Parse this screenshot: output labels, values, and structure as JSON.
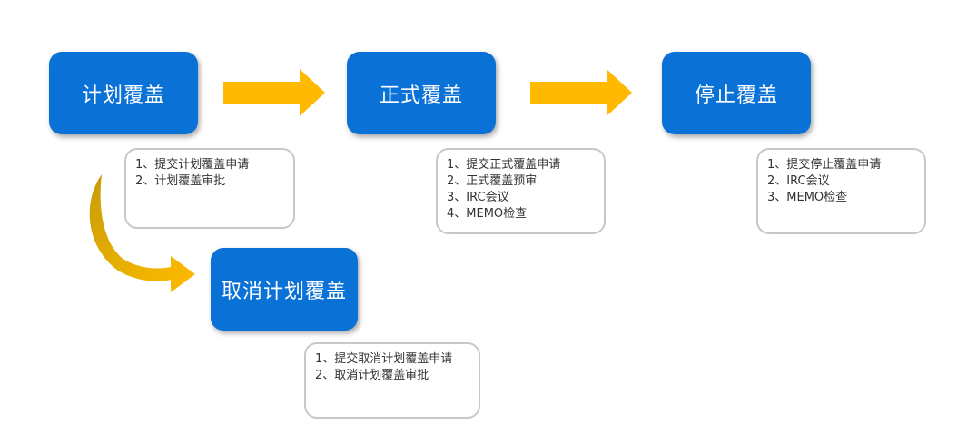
{
  "colors": {
    "stage_fill": "#0a72d6",
    "arrow_fill": "#ffb900",
    "curved_arrow_dark": "#c99a0a",
    "note_border": "#c8c8c8"
  },
  "stages": {
    "plan": {
      "label": "计划覆盖",
      "steps": [
        "1、提交计划覆盖申请",
        "2、计划覆盖审批"
      ]
    },
    "formal": {
      "label": "正式覆盖",
      "steps": [
        "1、提交正式覆盖申请",
        "2、正式覆盖预审",
        "3、IRC会议",
        "4、MEMO检查"
      ]
    },
    "stop": {
      "label": "停止覆盖",
      "steps": [
        "1、提交停止覆盖申请",
        "2、IRC会议",
        "3、MEMO检查"
      ]
    },
    "cancel": {
      "label": "取消计划覆盖",
      "steps": [
        "1、提交取消计划覆盖申请",
        "2、取消计划覆盖审批"
      ]
    }
  }
}
